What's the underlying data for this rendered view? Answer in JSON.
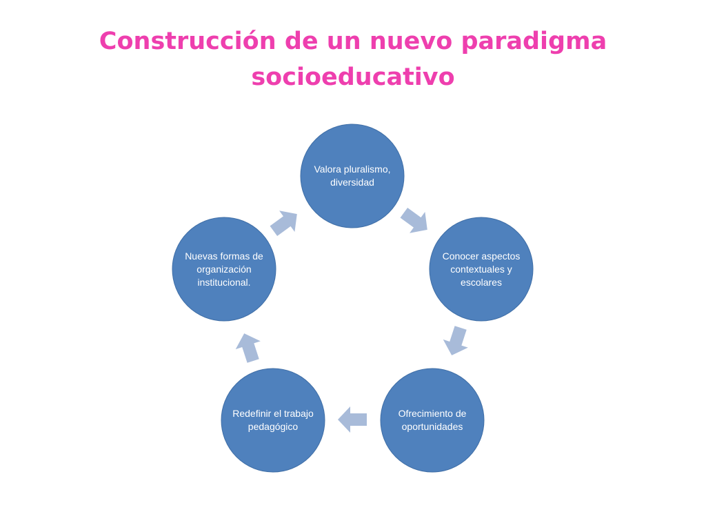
{
  "title": {
    "line1": "Construcción de un nuevo paradigma",
    "line2": "socioeducativo"
  },
  "cycle": {
    "nodes": [
      {
        "id": "valora",
        "label": "Valora pluralismo, diversidad"
      },
      {
        "id": "conocer",
        "label": "Conocer aspectos contextuales y escolares"
      },
      {
        "id": "ofrecimiento",
        "label": "Ofrecimiento de oportunidades"
      },
      {
        "id": "redefinir",
        "label": "Redefinir el trabajo pedagógico"
      },
      {
        "id": "nuevas",
        "label": "Nuevas formas de organización institucional."
      }
    ],
    "node_color": "#4f81bd",
    "arrow_color": "#a8bbd9",
    "title_color": "#ee3fae"
  }
}
